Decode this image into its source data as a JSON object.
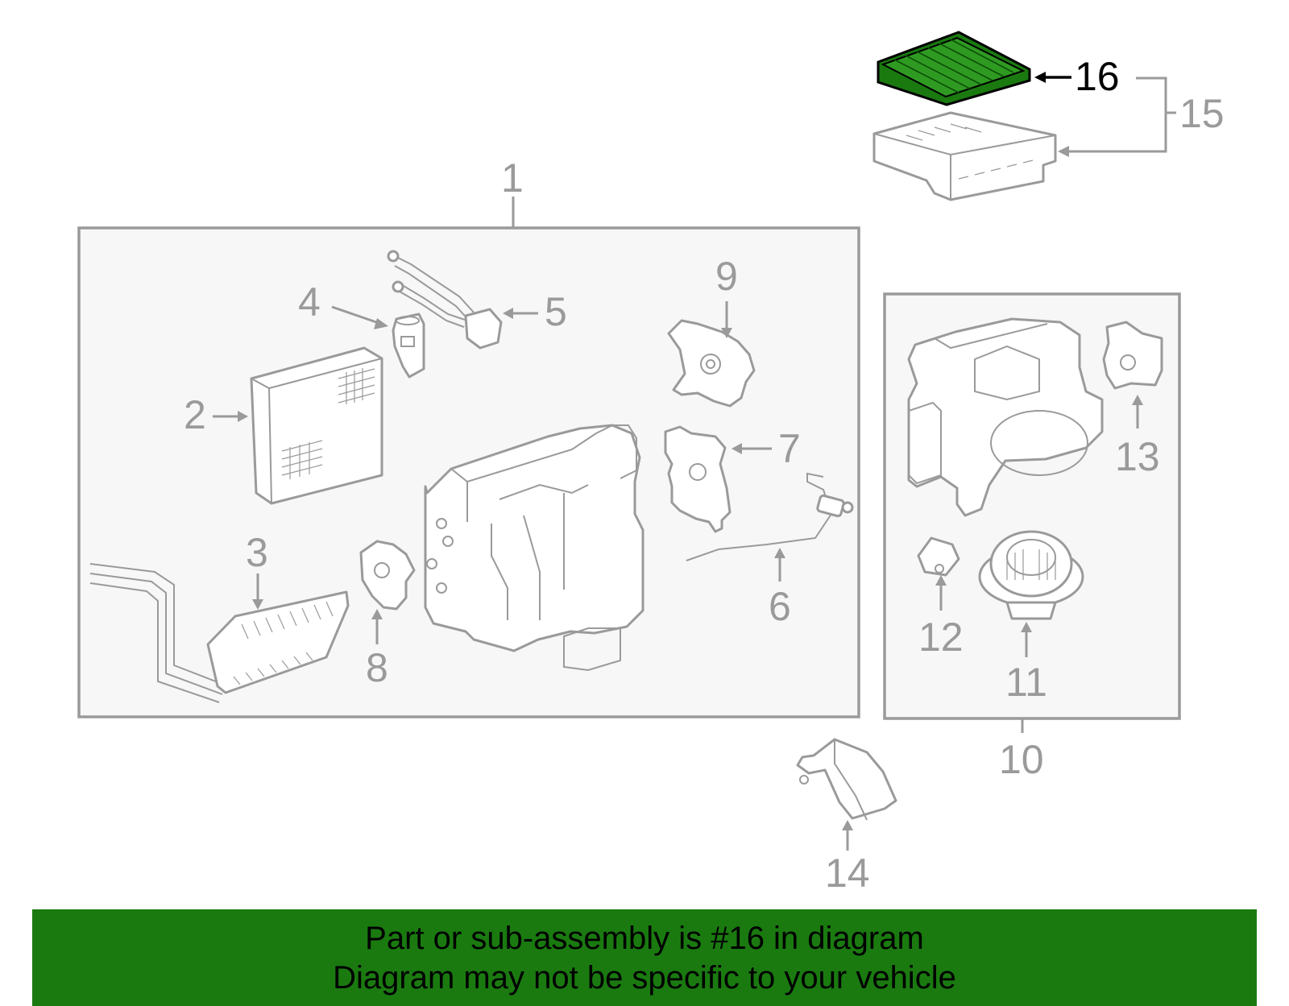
{
  "diagram": {
    "callouts": {
      "c1": "1",
      "c2": "2",
      "c3": "3",
      "c4": "4",
      "c5": "5",
      "c6": "6",
      "c7": "7",
      "c8": "8",
      "c9": "9",
      "c10": "10",
      "c11": "11",
      "c12": "12",
      "c13": "13",
      "c14": "14",
      "c15": "15",
      "c16": "16"
    },
    "highlight_color": "#1a7a10",
    "line_color": "#9a9a9a"
  },
  "banner": {
    "line1": "Part or sub-assembly is #16 in diagram",
    "line2": "Diagram may not be specific to your vehicle"
  }
}
